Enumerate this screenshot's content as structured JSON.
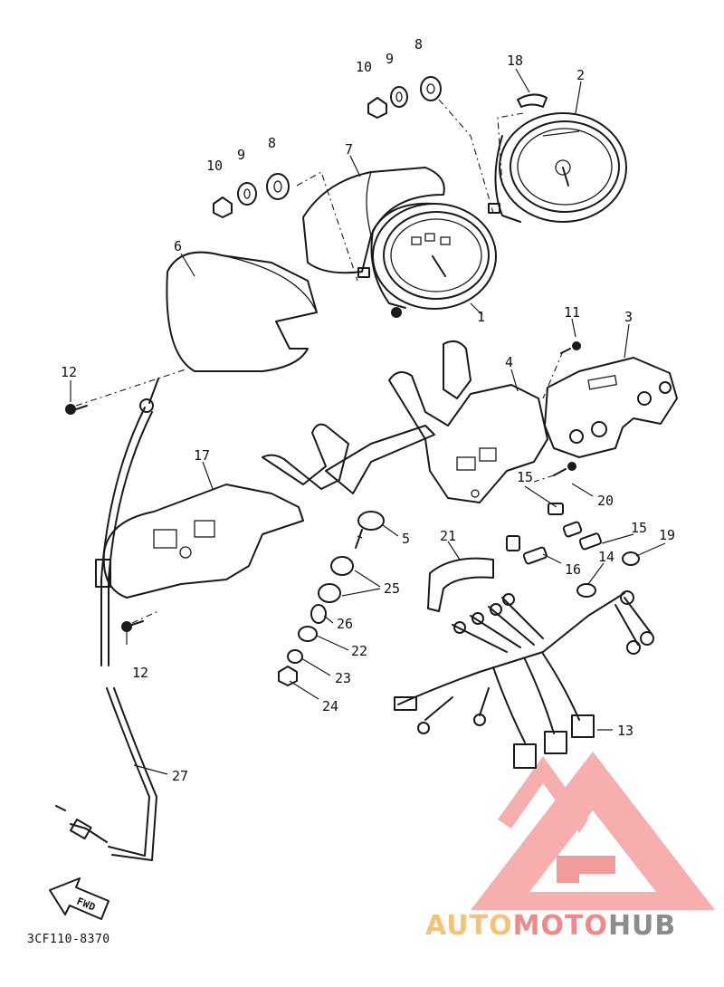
{
  "diagram": {
    "code": "3CF110-8370",
    "fwd_label": "FWD",
    "callouts": [
      {
        "id": "c1",
        "label": "1"
      },
      {
        "id": "c2",
        "label": "2"
      },
      {
        "id": "c3",
        "label": "3"
      },
      {
        "id": "c4",
        "label": "4"
      },
      {
        "id": "c5",
        "label": "5"
      },
      {
        "id": "c6",
        "label": "6"
      },
      {
        "id": "c7",
        "label": "7"
      },
      {
        "id": "c8a",
        "label": "8"
      },
      {
        "id": "c8b",
        "label": "8"
      },
      {
        "id": "c9a",
        "label": "9"
      },
      {
        "id": "c9b",
        "label": "9"
      },
      {
        "id": "c10a",
        "label": "10"
      },
      {
        "id": "c10b",
        "label": "10"
      },
      {
        "id": "c11",
        "label": "11"
      },
      {
        "id": "c12a",
        "label": "12"
      },
      {
        "id": "c12b",
        "label": "12"
      },
      {
        "id": "c13",
        "label": "13"
      },
      {
        "id": "c14",
        "label": "14"
      },
      {
        "id": "c15a",
        "label": "15"
      },
      {
        "id": "c15b",
        "label": "15"
      },
      {
        "id": "c16",
        "label": "16"
      },
      {
        "id": "c17",
        "label": "17"
      },
      {
        "id": "c18",
        "label": "18"
      },
      {
        "id": "c19",
        "label": "19"
      },
      {
        "id": "c20",
        "label": "20"
      },
      {
        "id": "c21",
        "label": "21"
      },
      {
        "id": "c22",
        "label": "22"
      },
      {
        "id": "c23",
        "label": "23"
      },
      {
        "id": "c24",
        "label": "24"
      },
      {
        "id": "c25",
        "label": "25"
      },
      {
        "id": "c26",
        "label": "26"
      },
      {
        "id": "c27",
        "label": "27"
      }
    ]
  },
  "watermark": {
    "word_1": "AUTO",
    "word_2": "MOTO",
    "word_3": "HUB",
    "color_primary": "#f08a8a",
    "color_secondary": "#f5c27a",
    "color_dark": "#8c8c8c"
  }
}
